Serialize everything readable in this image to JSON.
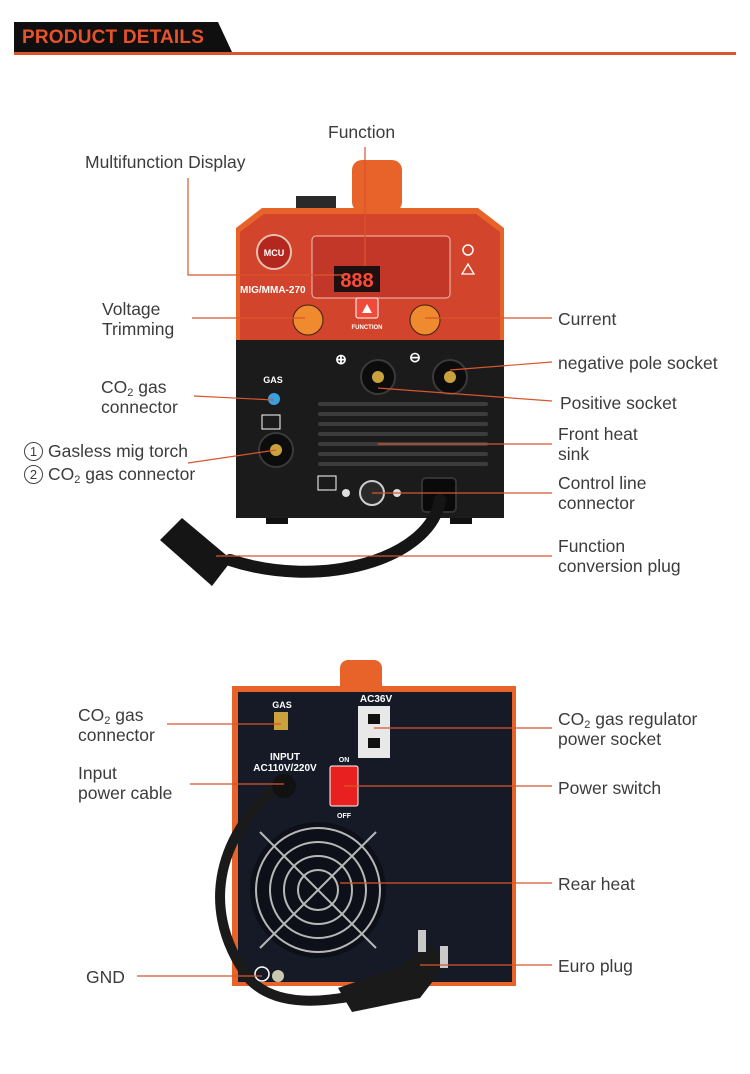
{
  "header": {
    "title": "PRODUCT DETAILS"
  },
  "front": {
    "callouts": {
      "function": "Function",
      "multifunction_display": "Multifunction Display",
      "voltage_trimming_1": "Voltage",
      "voltage_trimming_2": "Trimming",
      "co2_gas_connector_1a": "CO",
      "co2_gas_connector_1b": "2",
      "co2_gas_connector_1c": " gas",
      "co2_gas_connector_2": "connector",
      "option1_num": "1",
      "option1_text": "Gasless mig torch",
      "option2_num": "2",
      "option2_text_a": "CO",
      "option2_text_b": "2",
      "option2_text_c": " gas connector",
      "current": "Current",
      "negative_pole_socket": "negative pole socket",
      "positive_socket": "Positive socket",
      "front_heat_sink_1": "Front heat",
      "front_heat_sink_2": "sink",
      "control_line_connector_1": "Control line",
      "control_line_connector_2": "connector",
      "function_conversion_plug_1": "Function",
      "function_conversion_plug_2": "conversion plug"
    },
    "device_text": {
      "model": "MIG/MMA-270",
      "logo": "MCU",
      "display": "888",
      "function_button": "FUNCTION",
      "gas": "GAS"
    }
  },
  "rear": {
    "callouts": {
      "co2_gas_connector_1a": "CO",
      "co2_gas_connector_1b": "2",
      "co2_gas_connector_1c": " gas",
      "co2_gas_connector_2": "connector",
      "input_power_cable_1": "Input",
      "input_power_cable_2": "power cable",
      "gnd": "GND",
      "regulator_socket_1a": "CO",
      "regulator_socket_1b": "2",
      "regulator_socket_1c": " gas regulator",
      "regulator_socket_2": "power socket",
      "power_switch": "Power switch",
      "rear_heat": "Rear heat",
      "euro_plug": "Euro plug"
    },
    "device_text": {
      "gas": "GAS",
      "ac36v": "AC36V",
      "input_1": "INPUT",
      "input_2": "AC110V/220V",
      "on": "ON",
      "off": "OFF"
    }
  },
  "colors": {
    "accent": "#d8552e",
    "header_text": "#e8522a",
    "device_orange": "#e8632a",
    "device_body": "#1b1b1b"
  }
}
